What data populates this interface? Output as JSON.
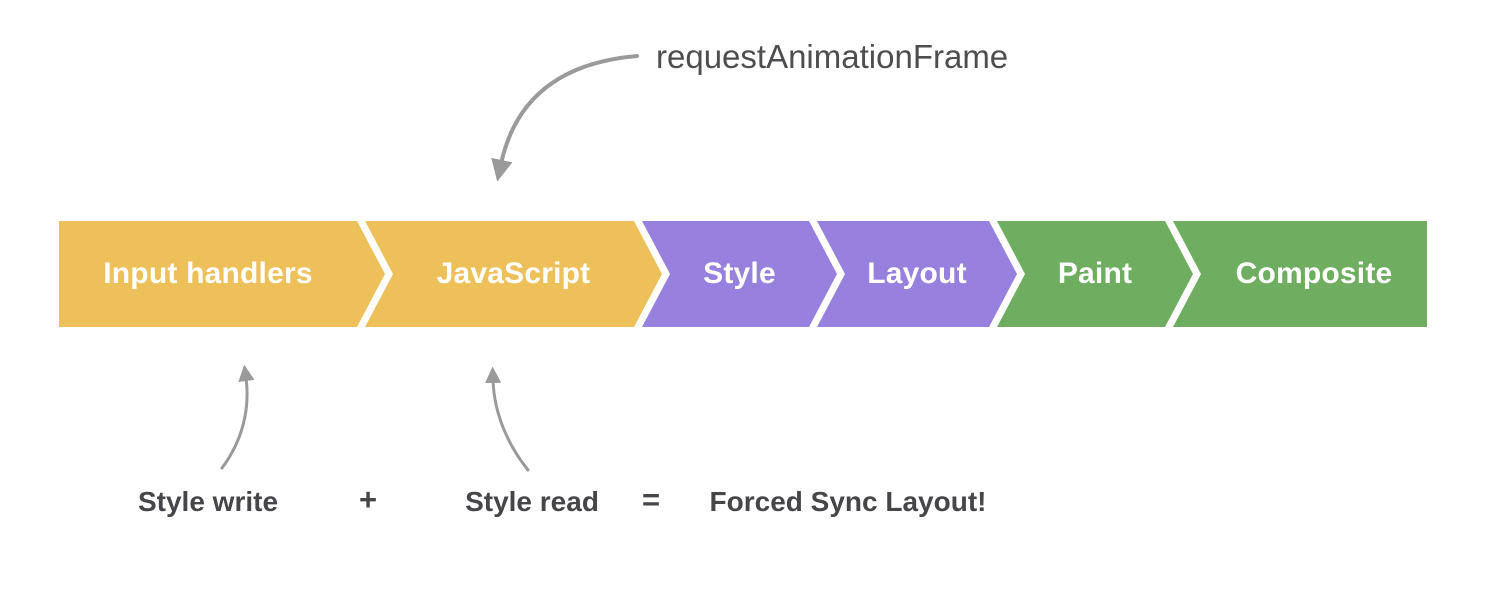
{
  "diagram_title": "Browser rendering pipeline (pixel pipeline) with forced synchronous layout annotation",
  "raf_annotation": "requestAnimationFrame",
  "pipeline": {
    "segments": [
      {
        "label": "Input handlers",
        "color": "#EDC05A"
      },
      {
        "label": "JavaScript",
        "color": "#EDC05A"
      },
      {
        "label": "Style",
        "color": "#9880DE"
      },
      {
        "label": "Layout",
        "color": "#9880DE"
      },
      {
        "label": "Paint",
        "color": "#6FAE61"
      },
      {
        "label": "Composite",
        "color": "#6FAE61"
      }
    ]
  },
  "equation": {
    "style_write": "Style write",
    "plus": "+",
    "style_read": "Style read",
    "equals": "=",
    "result": "Forced Sync Layout!"
  },
  "colors": {
    "stage_yellow": "#EDC05A",
    "stage_purple": "#9880DE",
    "stage_green": "#6FAE61",
    "segment_text": "#FFFFFF",
    "arrow_gray": "#9A9A9A",
    "raf_text": "#4D4E50",
    "equation_text": "#454649",
    "background": "#FFFFFF"
  }
}
